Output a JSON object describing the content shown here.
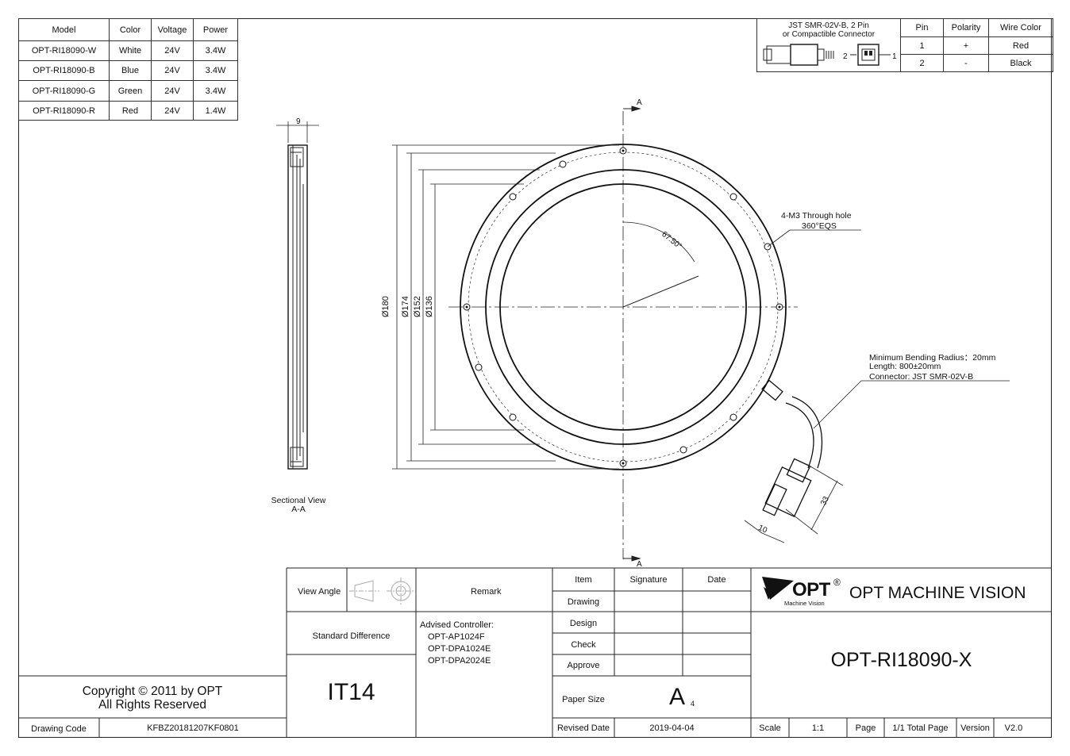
{
  "spec_table": {
    "headers": [
      "Model",
      "Color",
      "Voltage",
      "Power"
    ],
    "rows": [
      [
        "OPT-RI18090-W",
        "White",
        "24V",
        "3.4W"
      ],
      [
        "OPT-RI18090-B",
        "Blue",
        "24V",
        "3.4W"
      ],
      [
        "OPT-RI18090-G",
        "Green",
        "24V",
        "3.4W"
      ],
      [
        "OPT-RI18090-R",
        "Red",
        "24V",
        "1.4W"
      ]
    ]
  },
  "connector_table": {
    "title_line1": "JST SMR-02V-B, 2 Pin",
    "title_line2": "or Compactible Connector",
    "pin_label_2": "2",
    "pin_label_1": "1",
    "headers": [
      "Pin",
      "Polarity",
      "Wire Color"
    ],
    "rows": [
      [
        "1",
        "+",
        "Red"
      ],
      [
        "2",
        "-",
        "Black"
      ]
    ]
  },
  "drawing": {
    "section_marker": "A",
    "section_marker_bottom": "A",
    "width_dim": "9",
    "dia_180": "Ø180",
    "dia_174": "Ø174",
    "dia_152": "Ø152",
    "dia_136": "Ø136",
    "angle": "67.50°",
    "hole_note_line1": "4-M3 Through hole",
    "hole_note_line2": "360°EQS",
    "cable_note_line1": "Minimum Bending Radius：20mm",
    "cable_note_line2": "Length: 800±20mm",
    "cable_note_line3": "Connector: JST SMR-02V-B",
    "dim_33": "33",
    "dim_10": "10",
    "sectional_line1": "Sectional View",
    "sectional_line2": "A-A"
  },
  "title_block": {
    "view_angle": "View Angle",
    "remark": "Remark",
    "standard_difference": "Standard Difference",
    "tolerance": "IT14",
    "advised_title": "Advised Controller:",
    "advised_items": [
      "OPT-AP1024F",
      "OPT-DPA1024E",
      "OPT-DPA2024E"
    ],
    "item": "Item",
    "signature": "Signature",
    "date": "Date",
    "drawing": "Drawing",
    "design": "Design",
    "check": "Check",
    "approve": "Approve",
    "paper_size": "Paper Size",
    "paper_value": "A",
    "paper_sub": "4",
    "revised_date_label": "Revised Date",
    "revised_date": "2019-04-04",
    "logo_text": "OPT",
    "logo_reg": "®",
    "logo_sub": "Machine Vision",
    "company": "OPT MACHINE VISION",
    "part_number": "OPT-RI18090-X",
    "scale_label": "Scale",
    "scale_value": "1:1",
    "page_label": "Page",
    "page_value": "1/1 Total Page",
    "version_label": "Version",
    "version_value": "V2.0",
    "copyright_line1": "Copyright © 2011 by OPT",
    "copyright_line2": "All Rights Reserved",
    "drawing_code_label": "Drawing Code",
    "drawing_code": "KFBZ20181207KF0801"
  }
}
